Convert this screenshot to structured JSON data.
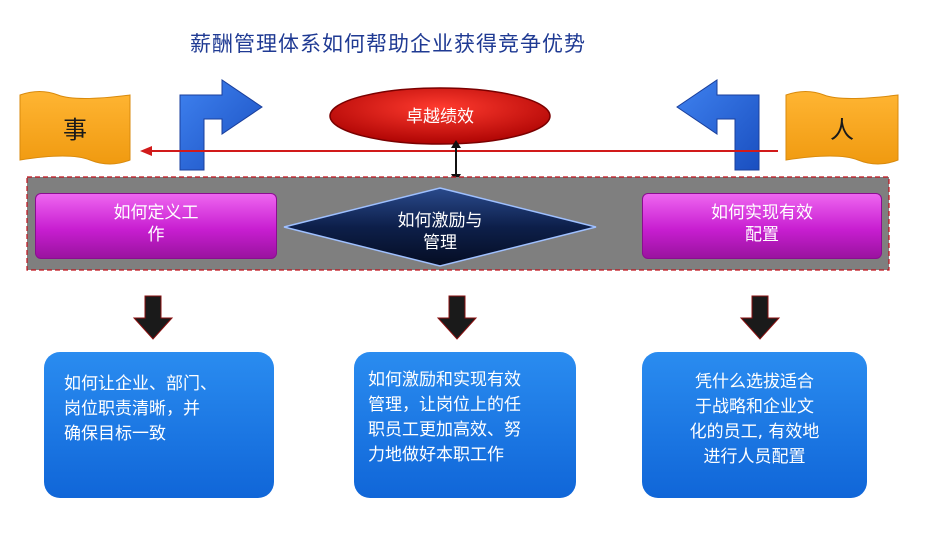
{
  "title": "薪酬管理体系如何帮助企业获得竞争优势",
  "left_flag": "事",
  "right_flag": "人",
  "goal": "卓越绩效",
  "center_diamond": [
    "如何激励与",
    "管理"
  ],
  "left_box": [
    "如何定义工",
    "作"
  ],
  "right_box": [
    "如何实现有效",
    "配置"
  ],
  "bottom_left": [
    "如何让企业、部门、",
    "岗位职责清晰，并",
    "确保目标一致"
  ],
  "bottom_middle": [
    "如何激励和实现有效",
    "管理，让岗位上的任",
    "职员工更加高效、努",
    "力地做好本职工作"
  ],
  "bottom_right": [
    "凭什么选拔适合",
    "于战略和企业文",
    "化的员工, 有效地",
    "进行人员配置"
  ],
  "colors": {
    "title": "#1f3a93",
    "flag": "#f7a21b",
    "arrow": "#2f6fe0",
    "band": "#7f7f7f",
    "pink": "#c81ed1",
    "blue": "#1a78e6",
    "red_line": "#d11a1a"
  }
}
